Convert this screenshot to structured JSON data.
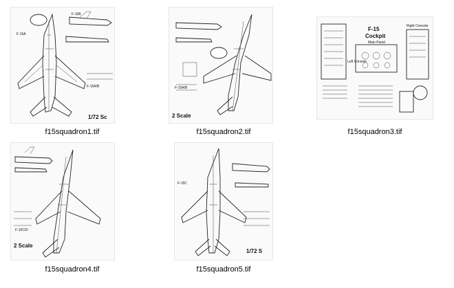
{
  "gallery": {
    "items": [
      {
        "filename": "f15squadron1.tif",
        "labels": [
          "F-15B",
          "F-15A",
          "F-15A/B",
          "1/72 Sc"
        ]
      },
      {
        "filename": "f15squadron2.tif",
        "labels": [
          "F-15A/B",
          "2 Scale"
        ]
      },
      {
        "filename": "f15squadron3.tif",
        "labels": [
          "F-15",
          "Cockpit",
          "Main Panel",
          "Left Console",
          "Right Console"
        ]
      },
      {
        "filename": "f15squadron4.tif",
        "labels": [
          "F-15C/D",
          "2 Scale"
        ]
      },
      {
        "filename": "f15squadron5.tif",
        "labels": [
          "F-15C",
          "1/72 S"
        ]
      }
    ]
  }
}
